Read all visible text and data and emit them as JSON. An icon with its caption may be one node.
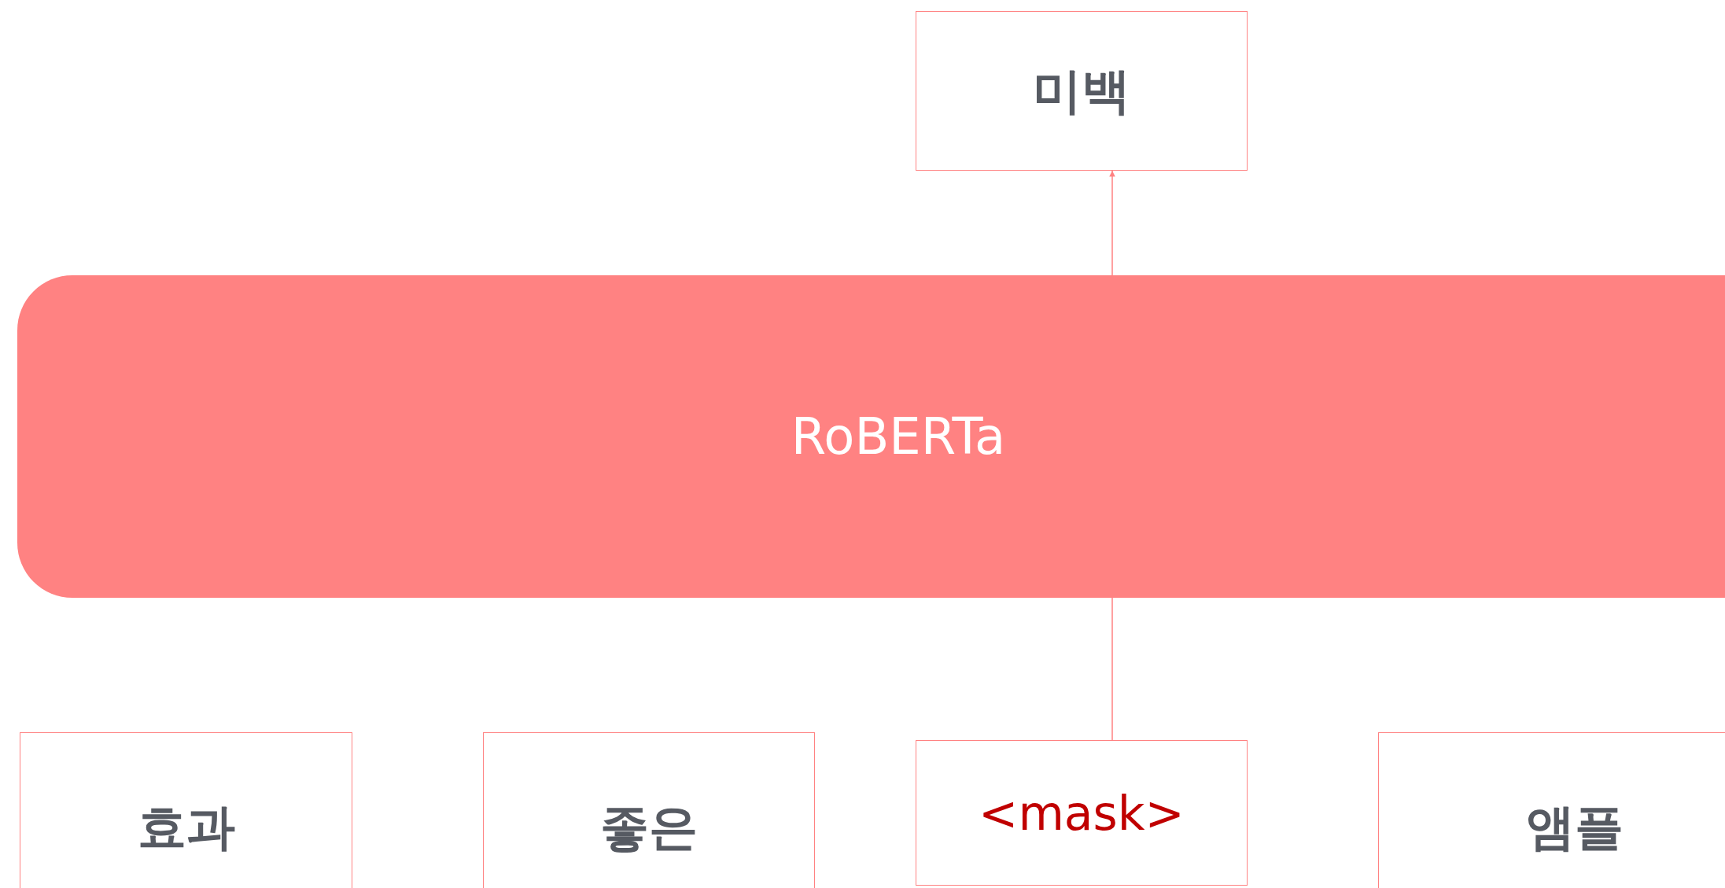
{
  "diagram": {
    "nodes": [
      {
        "text": [
          "미백"
        ]
      },
      {
        "text": [
          "RoBERTa"
        ]
      },
      {
        "text": [
          "효과"
        ]
      },
      {
        "text": [
          "좋은"
        ]
      },
      {
        "text": [
          "<mask>"
        ]
      },
      {
        "text": [
          "앰플"
        ]
      }
    ],
    "edges": [
      {
        "from": 1,
        "to": 0,
        "arrow": "to"
      },
      {
        "from": 4,
        "to": 1,
        "arrow": "none"
      }
    ]
  }
}
